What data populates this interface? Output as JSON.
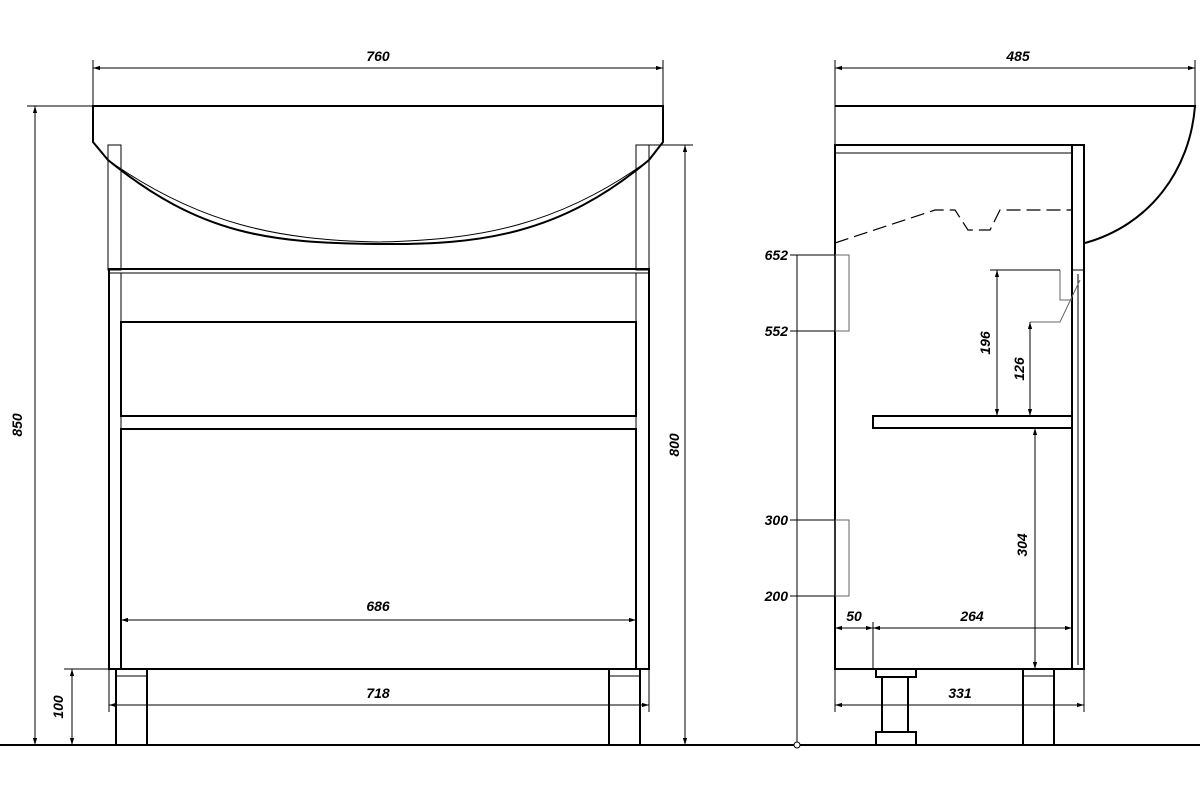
{
  "front_view": {
    "overall_width": "760",
    "overall_height": "850",
    "cabinet_height": "800",
    "leg_height": "100",
    "inner_width": "686",
    "base_width": "718"
  },
  "side_view": {
    "overall_depth": "485",
    "drawer_depth": "331",
    "leg_offset": "50",
    "shelf_depth": "264",
    "drain_height_upper": "196",
    "drain_height_lower": "126",
    "shelf_height": "304",
    "mark_652": "652",
    "mark_552": "552",
    "mark_300": "300",
    "mark_200": "200"
  },
  "colors": {
    "line": "#000000",
    "background": "#ffffff"
  }
}
